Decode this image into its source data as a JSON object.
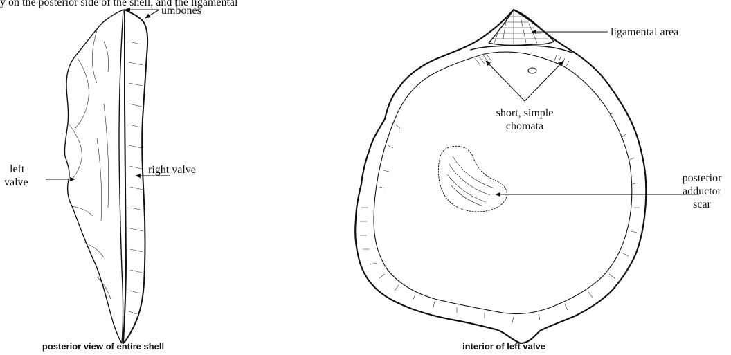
{
  "figure_top_text": "y on the posterior side of the shell, and the ligamental",
  "left_figure": {
    "caption": "posterior view of entire shell",
    "labels": {
      "umbones": "umbones",
      "left_valve_line1": "left",
      "left_valve_line2": "valve",
      "right_valve": "right valve"
    }
  },
  "right_figure": {
    "caption": "interior of left valve",
    "labels": {
      "ligamental_area": "ligamental area",
      "chomata_line1": "short, simple",
      "chomata_line2": "chomata",
      "scar_line1": "posterior",
      "scar_line2": "adductor",
      "scar_line3": "scar"
    }
  },
  "colors": {
    "ink": "#111111",
    "background": "#ffffff"
  }
}
